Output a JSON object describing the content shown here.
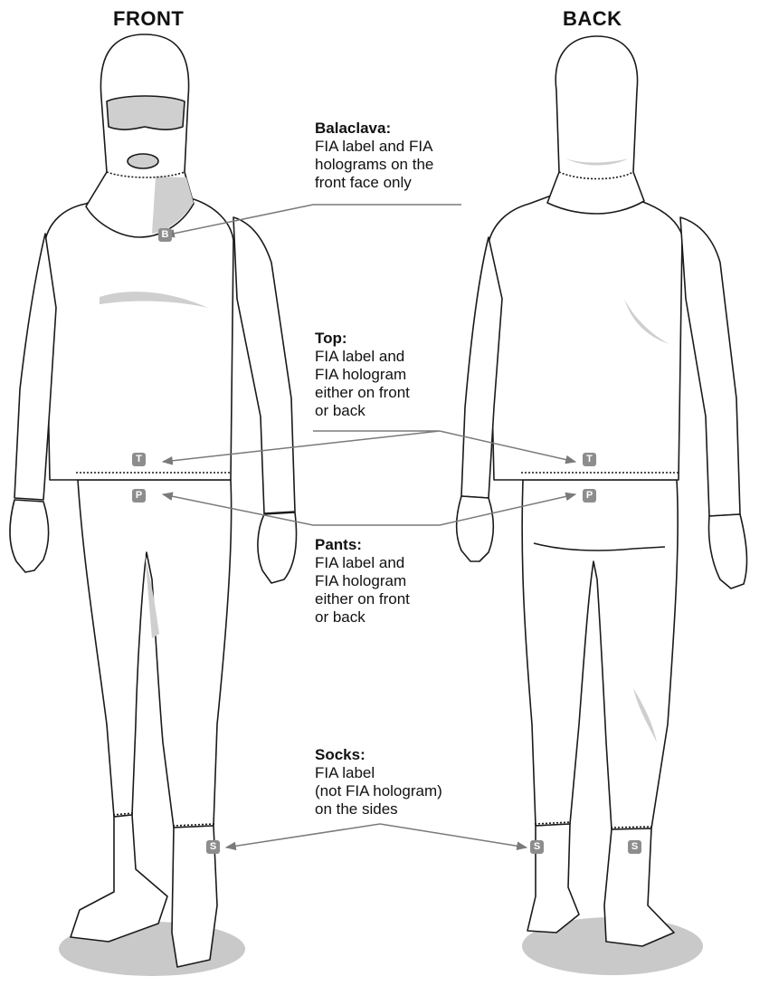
{
  "views": {
    "front": "FRONT",
    "back": "BACK"
  },
  "tags": {
    "balaclava": "B",
    "top": "T",
    "pants": "P",
    "socks": "S"
  },
  "callouts": {
    "balaclava": {
      "heading": "Balaclava:",
      "lines": [
        "FIA label and FIA",
        "holograms on the",
        "front face only"
      ]
    },
    "top": {
      "heading": "Top:",
      "lines": [
        "FIA label and",
        "FIA hologram",
        "either on front",
        "or back"
      ]
    },
    "pants": {
      "heading": "Pants:",
      "lines": [
        "FIA label and",
        "FIA hologram",
        "either on front",
        "or back"
      ]
    },
    "socks": {
      "heading": "Socks:",
      "lines": [
        "FIA label",
        "(not FIA hologram)",
        "on the sides"
      ]
    }
  },
  "colors": {
    "outline": "#1a1a1a",
    "shade": "#cfcfcf",
    "tag": "#8d8d8d",
    "arrow": "#7a7a7a",
    "floor": "#c9c9c9"
  }
}
